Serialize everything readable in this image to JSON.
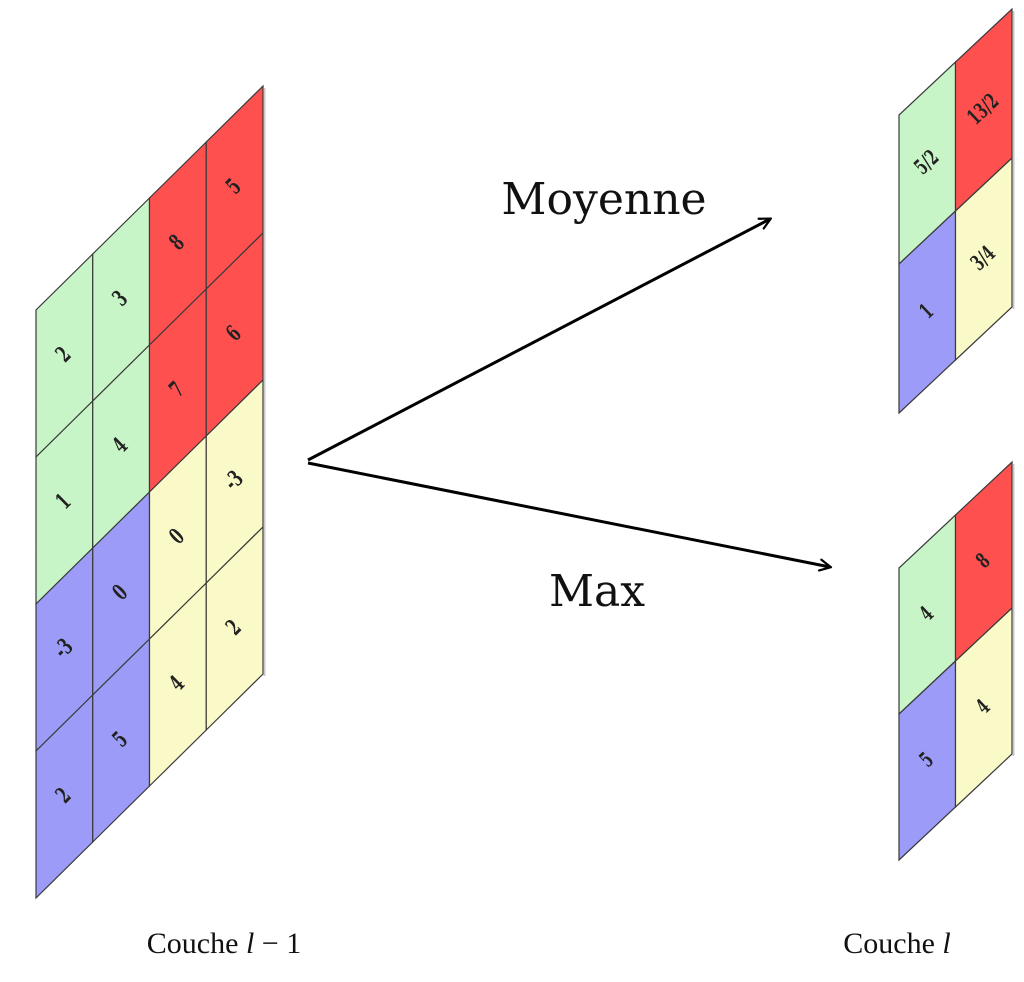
{
  "colors": {
    "green": "#c8f5c8",
    "red": "#ff5050",
    "blue": "#9c9cf8",
    "yellow": "#fafac8",
    "line": "#3a3a3a",
    "arrow": "#000000"
  },
  "input_layer": {
    "label_prefix": "Couche ",
    "label_var": "l",
    "label_suffix": " − 1",
    "rows": [
      [
        {
          "value": "2",
          "color": "green"
        },
        {
          "value": "3",
          "color": "green"
        },
        {
          "value": "8",
          "color": "red"
        },
        {
          "value": "5",
          "color": "red"
        }
      ],
      [
        {
          "value": "1",
          "color": "green"
        },
        {
          "value": "4",
          "color": "green"
        },
        {
          "value": "7",
          "color": "red"
        },
        {
          "value": "6",
          "color": "red"
        }
      ],
      [
        {
          "value": "-3",
          "color": "blue"
        },
        {
          "value": "0",
          "color": "blue"
        },
        {
          "value": "0",
          "color": "yellow"
        },
        {
          "value": "-3",
          "color": "yellow"
        }
      ],
      [
        {
          "value": "2",
          "color": "blue"
        },
        {
          "value": "5",
          "color": "blue"
        },
        {
          "value": "4",
          "color": "yellow"
        },
        {
          "value": "2",
          "color": "yellow"
        }
      ]
    ]
  },
  "operations": {
    "average_label": "Moyenne",
    "max_label": "Max"
  },
  "average_output": {
    "rows": [
      [
        {
          "value": "5/2",
          "color": "green"
        },
        {
          "value": "13/2",
          "color": "red"
        }
      ],
      [
        {
          "value": "1",
          "color": "blue"
        },
        {
          "value": "3/4",
          "color": "yellow"
        }
      ]
    ]
  },
  "max_output": {
    "rows": [
      [
        {
          "value": "4",
          "color": "green"
        },
        {
          "value": "8",
          "color": "red"
        }
      ],
      [
        {
          "value": "5",
          "color": "blue"
        },
        {
          "value": "4",
          "color": "yellow"
        }
      ]
    ]
  },
  "output_layer": {
    "label_prefix": "Couche ",
    "label_var": "l"
  }
}
